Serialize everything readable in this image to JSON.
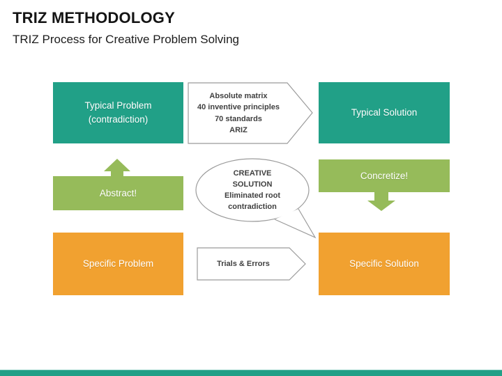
{
  "slide": {
    "title": "TRIZ METHODOLOGY",
    "subtitle": "TRIZ Process for Creative Problem Solving"
  },
  "diagram": {
    "typical_problem": "Typical Problem\n(contradiction)",
    "typical_solution": "Typical Solution",
    "methods_arrow": "Absolute  matrix\n40 inventive principles\n70 standards\nARIZ",
    "abstract": "Abstract!",
    "concretize": "Concretize!",
    "creative_bubble": "CREATIVE\nSOLUTION\nEliminated root\ncontradiction",
    "specific_problem": "Specific Problem",
    "trials_arrow": "Trials & Errors",
    "specific_solution": "Specific Solution"
  },
  "colors": {
    "teal": "#21A087",
    "green": "#96BB5A",
    "orange": "#F1A130",
    "shape_border": "#9B9B9B",
    "shape_text": "#3F3F3F",
    "footer_bar": "#21A087"
  }
}
